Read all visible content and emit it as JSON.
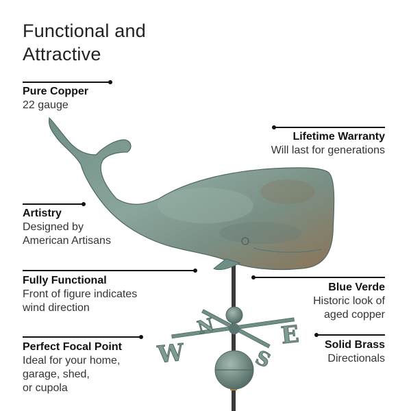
{
  "title": {
    "line1": "Functional and",
    "line2": "Attractive"
  },
  "features": {
    "copper": {
      "head": "Pure Copper",
      "lines": [
        "22 gauge"
      ]
    },
    "warranty": {
      "head": "Lifetime Warranty",
      "lines": [
        "Will last for generations"
      ]
    },
    "artistry": {
      "head": "Artistry",
      "lines": [
        "Designed by",
        "American Artisans"
      ]
    },
    "functional": {
      "head": "Fully Functional",
      "lines": [
        "Front of figure indicates",
        "wind direction"
      ]
    },
    "verde": {
      "head": "Blue Verde",
      "lines": [
        "Historic look of",
        "aged copper"
      ]
    },
    "focal": {
      "head": "Perfect Focal Point",
      "lines": [
        "Ideal for your home,",
        "garage, shed,",
        "or cupola"
      ]
    },
    "brass": {
      "head": "Solid Brass",
      "lines": [
        "Directionals"
      ]
    }
  },
  "directionals": {
    "north": "N",
    "south": "S",
    "east": "E",
    "west": "W"
  },
  "colors": {
    "verdigris": "#7f9c93",
    "verdigris_dark": "#5b7670",
    "copper_brown": "#8a6a4a",
    "ink": "#111111"
  },
  "icons": [
    "whale-weathervane-figure",
    "compass-directionals",
    "copper-ball"
  ]
}
